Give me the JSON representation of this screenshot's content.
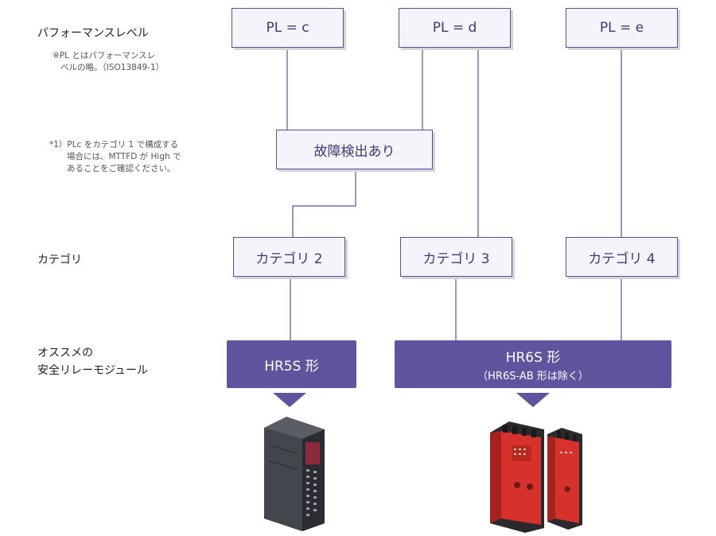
{
  "labels": {
    "performance_level": "パフォーマンスレベル",
    "pl_note_line1": "※PL とはパフォーマンスレ",
    "pl_note_line2": "ベルの略。（ISO13849-1）",
    "plc_note_line1": "*1）PLc をカテゴリ 1 で構成する",
    "plc_note_line2": "場合には、MTTFD が High で",
    "plc_note_line3": "あることをご確認ください。",
    "category": "カテゴリ",
    "recommended_line1": "オススメの",
    "recommended_line2": "安全リレーモジュール"
  },
  "pl_boxes": [
    "PL = c",
    "PL = d",
    "PL = e"
  ],
  "fault_detection": "故障検出あり",
  "categories": [
    "カテゴリ 2",
    "カテゴリ 3",
    "カテゴリ 4"
  ],
  "recommendations": {
    "hr5s": "HR5S 形",
    "hr6s": "HR6S 形",
    "hr6s_sub": "（HR6S-AB 形は除く）"
  },
  "colors": {
    "accent": "#5e559e",
    "line": "#5a4f96",
    "box_fill": "#f4f4fa"
  }
}
